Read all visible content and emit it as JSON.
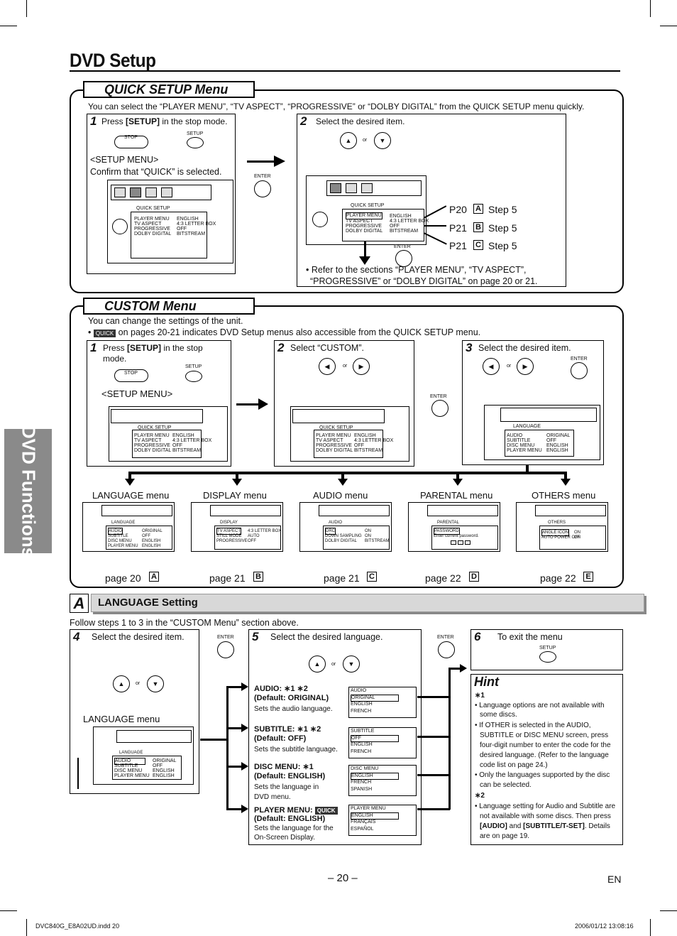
{
  "page": {
    "title": "DVD Setup",
    "side_tab": "DVD Functions",
    "page_number": "– 20 –",
    "lang": "EN",
    "footer_left": "DVC840G_E8A02UD.indd   20",
    "footer_right": "2006/01/12   13:08:16"
  },
  "quick": {
    "title": "QUICK SETUP Menu",
    "intro": "You can select the “PLAYER MENU”, “TV ASPECT”, “PROGRESSIVE” or “DOLBY DIGITAL” from the QUICK SETUP menu quickly.",
    "step1": {
      "num": "1",
      "text_pre": "Press ",
      "text_bold": "[SETUP]",
      "text_post": " in the stop mode.",
      "setup_menu": "<SETUP MENU>",
      "confirm": "Confirm that “QUICK” is selected.",
      "stop": "STOP",
      "setup": "SETUP"
    },
    "enter": "ENTER",
    "step2": {
      "num": "2",
      "text": "Select the desired item.",
      "or": "or",
      "refer1": "• Refer to the sections “PLAYER MENU”, “TV ASPECT”,",
      "refer2": "“PROGRESSIVE” or “DOLBY DIGITAL” on page 20 or 21."
    },
    "menu_label": "QUICK SETUP",
    "items": [
      "PLAYER MENU",
      "TV ASPECT",
      "PROGRESSIVE",
      "DOLBY DIGITAL"
    ],
    "values": [
      "ENGLISH",
      "4:3 LETTER BOX",
      "OFF",
      "BITSTREAM"
    ],
    "refs": [
      {
        "page": "P20",
        "letter": "A",
        "step": "Step 5"
      },
      {
        "page": "P21",
        "letter": "B",
        "step": "Step 5"
      },
      {
        "page": "P21",
        "letter": "C",
        "step": "Step 5"
      }
    ]
  },
  "custom": {
    "title": "CUSTOM Menu",
    "intro1": "You can change the settings of the unit.",
    "intro2_pre": "• ",
    "quick_tag": "QUICK",
    "intro2_post": " on pages 20-21 indicates DVD Setup menus also accessible from the QUICK SETUP menu.",
    "step1": {
      "num": "1",
      "text_pre": "Press ",
      "text_bold": "[SETUP]",
      "text_post": " in the stop",
      "text2": "mode.",
      "setup_menu": "<SETUP MENU>"
    },
    "step2": {
      "num": "2",
      "text": "Select “CUSTOM”."
    },
    "step3": {
      "num": "3",
      "text": "Select the desired item."
    },
    "lang_items": [
      "AUDIO",
      "SUBTITLE",
      "DISC MENU",
      "PLAYER MENU"
    ],
    "lang_values": [
      "ORIGINAL",
      "OFF",
      "ENGLISH",
      "ENGLISH"
    ],
    "menus": [
      {
        "label": "LANGUAGE menu",
        "page": "page 20",
        "letter": "A",
        "header": "LANGUAGE",
        "items": [
          "AUDIO",
          "SUBTITLE",
          "DISC MENU",
          "PLAYER MENU"
        ],
        "values": [
          "ORIGINAL",
          "OFF",
          "ENGLISH",
          "ENGLISH"
        ]
      },
      {
        "label": "DISPLAY menu",
        "page": "page 21",
        "letter": "B",
        "header": "DISPLAY",
        "items": [
          "TV ASPECT",
          "STILL MODE",
          "PROGRESSIVE"
        ],
        "values": [
          "4:3 LETTER BOX",
          "AUTO",
          "OFF"
        ]
      },
      {
        "label": "AUDIO menu",
        "page": "page 21",
        "letter": "C",
        "header": "AUDIO",
        "items": [
          "DRC",
          "DOWN SAMPLING",
          "DOLBY DIGITAL"
        ],
        "values": [
          "ON",
          "ON",
          "BITSTREAM"
        ]
      },
      {
        "label": "PARENTAL menu",
        "page": "page 22",
        "letter": "D",
        "header": "PARENTAL",
        "items": [
          "PASSWORD",
          "Enter current password."
        ],
        "values": [
          "",
          ""
        ]
      },
      {
        "label": "OTHERS menu",
        "page": "page 22",
        "letter": "E",
        "header": "OTHERS",
        "items": [
          "ANGLE ICON",
          "AUTO POWER OFF"
        ],
        "values": [
          "ON",
          "ON"
        ]
      }
    ]
  },
  "lang_setting": {
    "marker": "A",
    "title": "LANGUAGE Setting",
    "follow": "Follow steps 1 to 3 in the “CUSTOM Menu” section above.",
    "step4": {
      "num": "4",
      "text": "Select the desired item.",
      "menu_label": "LANGUAGE menu"
    },
    "step5": {
      "num": "5",
      "text": "Select the desired language."
    },
    "step6": {
      "num": "6",
      "text": "To exit the menu",
      "setup": "SETUP"
    },
    "options": [
      {
        "title": "AUDIO: ∗1 ∗2",
        "default": "(Default: ORIGINAL)",
        "desc1": "Sets the audio language.",
        "desc2": "",
        "header": "AUDIO",
        "list": [
          "ORIGINAL",
          "ENGLISH",
          "FRENCH"
        ]
      },
      {
        "title": "SUBTITLE: ∗1 ∗2",
        "default": "(Default: OFF)",
        "desc1": "Sets the subtitle language.",
        "desc2": "",
        "header": "SUBTITLE",
        "list": [
          "OFF",
          "ENGLISH",
          "FRENCH"
        ]
      },
      {
        "title": "DISC MENU: ∗1",
        "default": "(Default: ENGLISH)",
        "desc1": "Sets the language in",
        "desc2": "DVD menu.",
        "header": "DISC MENU",
        "list": [
          "ENGLISH",
          "FRENCH",
          "SPANISH"
        ]
      },
      {
        "title": "PLAYER MENU:",
        "default": "(Default: ENGLISH)",
        "desc1": "Sets the language for the",
        "desc2": "On-Screen Display.",
        "header": "PLAYER MENU",
        "list": [
          "ENGLISH",
          "FRANÇAIS",
          "ESPAÑOL"
        ]
      }
    ],
    "hint": {
      "title": "Hint",
      "n1": "∗1",
      "b1": "• Language options are not available with",
      "b1b": "some discs.",
      "b2": "• If OTHER is selected in the AUDIO,",
      "b2b": "SUBTITLE or DISC MENU screen, press",
      "b2c": "four-digit number to enter the code for the",
      "b2d": "desired language. (Refer to the language",
      "b2e": "code list on page 24.)",
      "b3": "• Only the languages supported by the disc",
      "b3b": "can be selected.",
      "n2": "∗2",
      "b4": "• Language setting for Audio and Subtitle are",
      "b4b": "not available with some discs. Then press",
      "b4c_pre": "[AUDIO]",
      "b4c_mid": " and ",
      "b4c_bold2": "[SUBTITLE/T-SET]",
      "b4c_post": ". Details",
      "b4d": "are on page 19."
    }
  }
}
